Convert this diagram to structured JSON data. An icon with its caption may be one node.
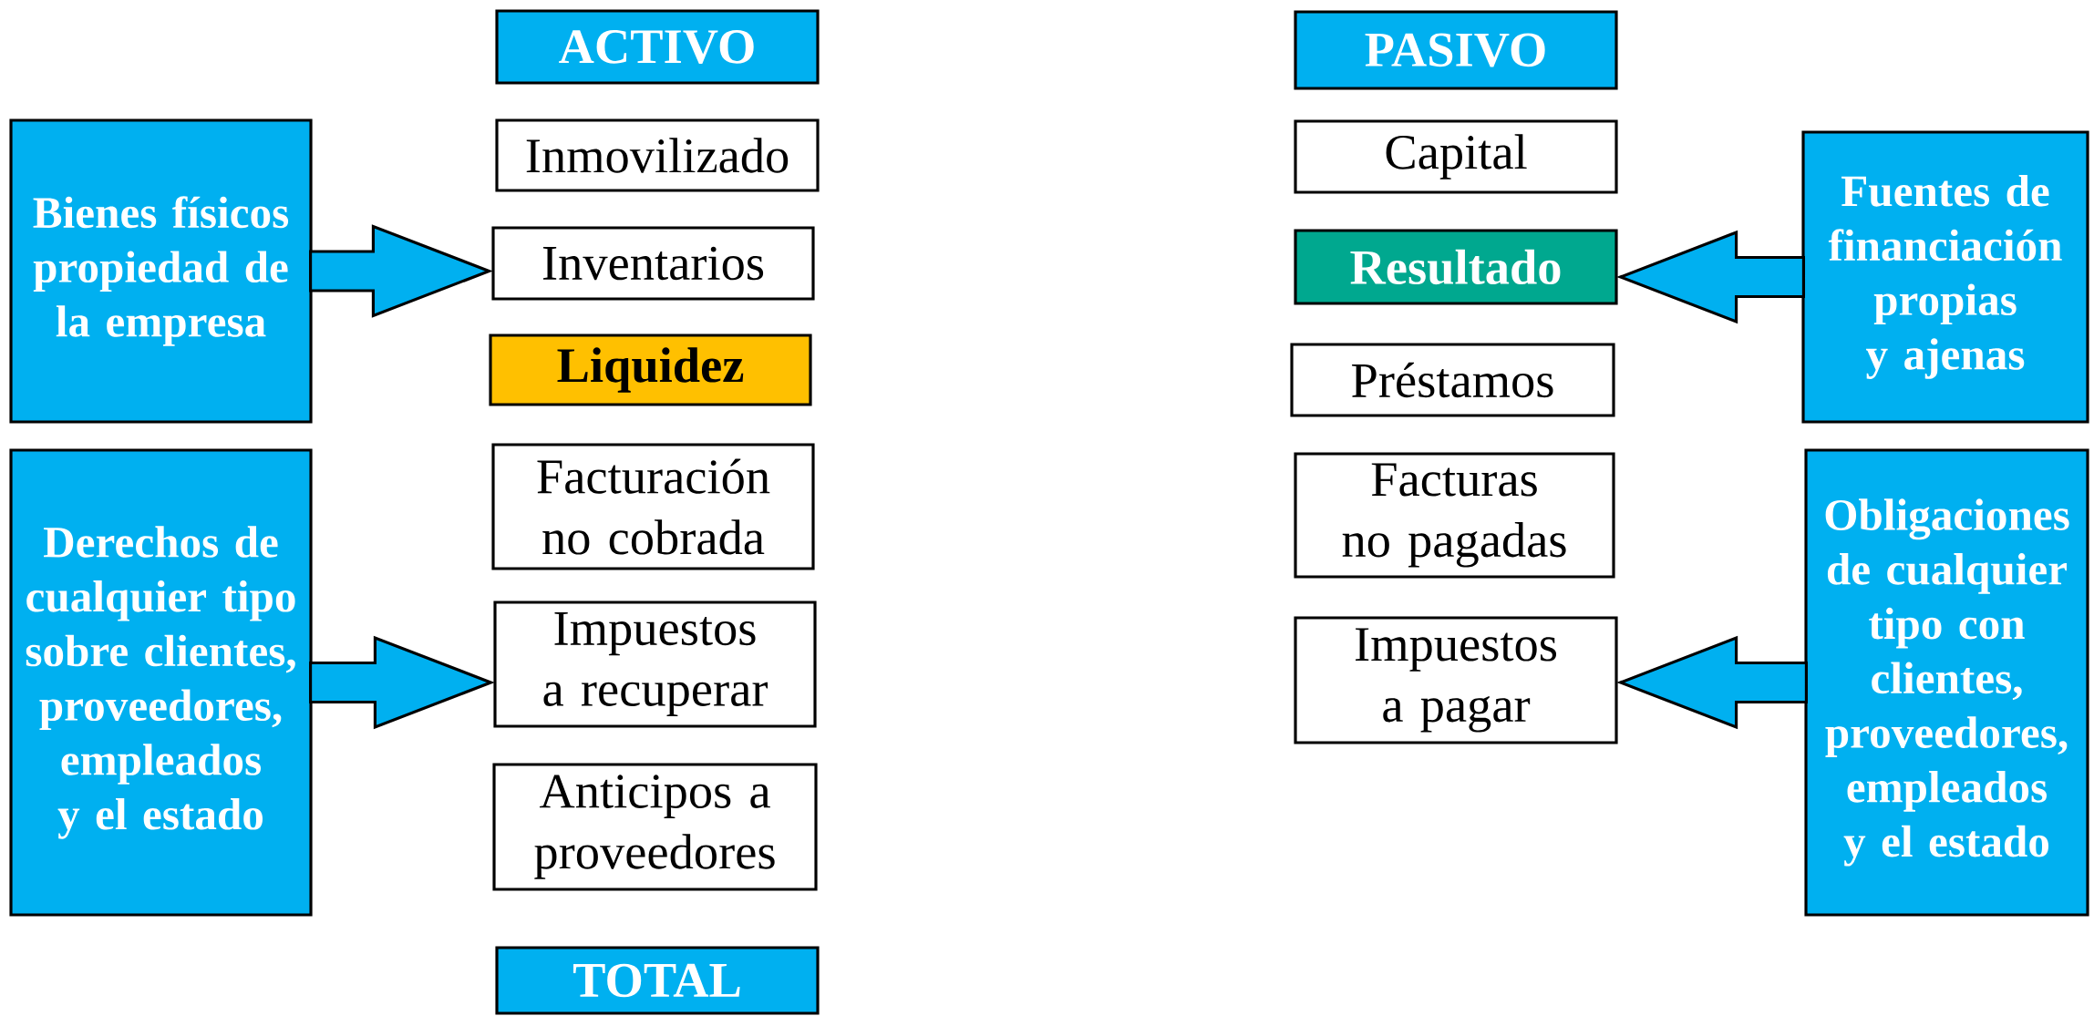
{
  "diagram": {
    "nodes": [
      {
        "text": [
          "Bienes físicos propiedad de la empresa"
        ]
      },
      {
        "text": [
          "Derechos de cualquier tipo sobre clientes, proveedores, empleados y el estado"
        ]
      },
      {
        "text": [
          "ACTIVO"
        ]
      },
      {
        "text": [
          "Inmovilizado"
        ]
      },
      {
        "text": [
          "Inventarios"
        ]
      },
      {
        "text": [
          "Liquidez"
        ]
      },
      {
        "text": [
          "Facturación no cobrada"
        ]
      },
      {
        "text": [
          "Impuestos a recuperar"
        ]
      },
      {
        "text": [
          "Anticipos a proveedores"
        ]
      },
      {
        "text": [
          "TOTAL"
        ]
      },
      {
        "text": [
          "PASIVO"
        ]
      },
      {
        "text": [
          "Capital"
        ]
      },
      {
        "text": [
          "Resultado"
        ]
      },
      {
        "text": [
          "Préstamos"
        ]
      },
      {
        "text": [
          "Facturas no pagadas"
        ]
      },
      {
        "text": [
          "Impuestos a pagar"
        ]
      },
      {
        "text": [
          "Fuentes de financiación propias y ajenas"
        ]
      },
      {
        "text": [
          "Obligaciones de cualquier tipo con clientes, proveedores, empleados y el estado"
        ]
      }
    ],
    "edges": [
      {
        "from": 0,
        "to": 4,
        "arrow": "to"
      },
      {
        "from": 1,
        "to": 7,
        "arrow": "to"
      },
      {
        "from": 16,
        "to": 12,
        "arrow": "to"
      },
      {
        "from": 17,
        "to": 15,
        "arrow": "to"
      }
    ]
  }
}
